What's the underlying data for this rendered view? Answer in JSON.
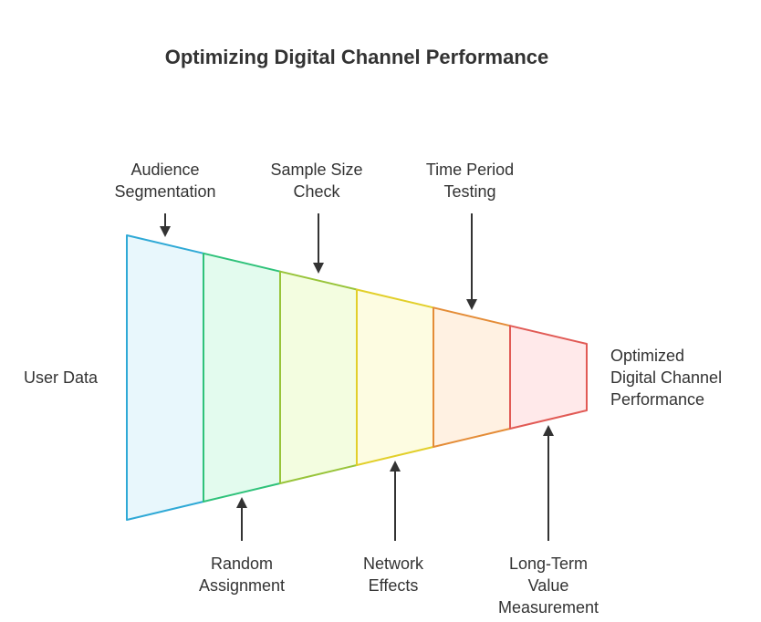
{
  "title": "Optimizing Digital Channel Performance",
  "input_label": "User Data",
  "output_label": [
    "Optimized",
    "Digital Channel",
    "Performance"
  ],
  "stages": [
    {
      "lines": [
        "Audience",
        "Segmentation"
      ],
      "position": "top",
      "fill": "#e8f7fc",
      "stroke": "#2fa9d6"
    },
    {
      "lines": [
        "Random",
        "Assignment"
      ],
      "position": "bottom",
      "fill": "#e3fbee",
      "stroke": "#2fc27a"
    },
    {
      "lines": [
        "Sample Size",
        "Check"
      ],
      "position": "top",
      "fill": "#f3fde0",
      "stroke": "#98c43a"
    },
    {
      "lines": [
        "Network",
        "Effects"
      ],
      "position": "bottom",
      "fill": "#fdfce1",
      "stroke": "#e2cf2a"
    },
    {
      "lines": [
        "Time Period",
        "Testing"
      ],
      "position": "top",
      "fill": "#fff1e2",
      "stroke": "#e48c37"
    },
    {
      "lines": [
        "Long-Term",
        "Value",
        "Measurement"
      ],
      "position": "bottom",
      "fill": "#ffe9ea",
      "stroke": "#e15a55"
    }
  ],
  "colors": {
    "arrow": "#333333",
    "text": "#333333"
  }
}
